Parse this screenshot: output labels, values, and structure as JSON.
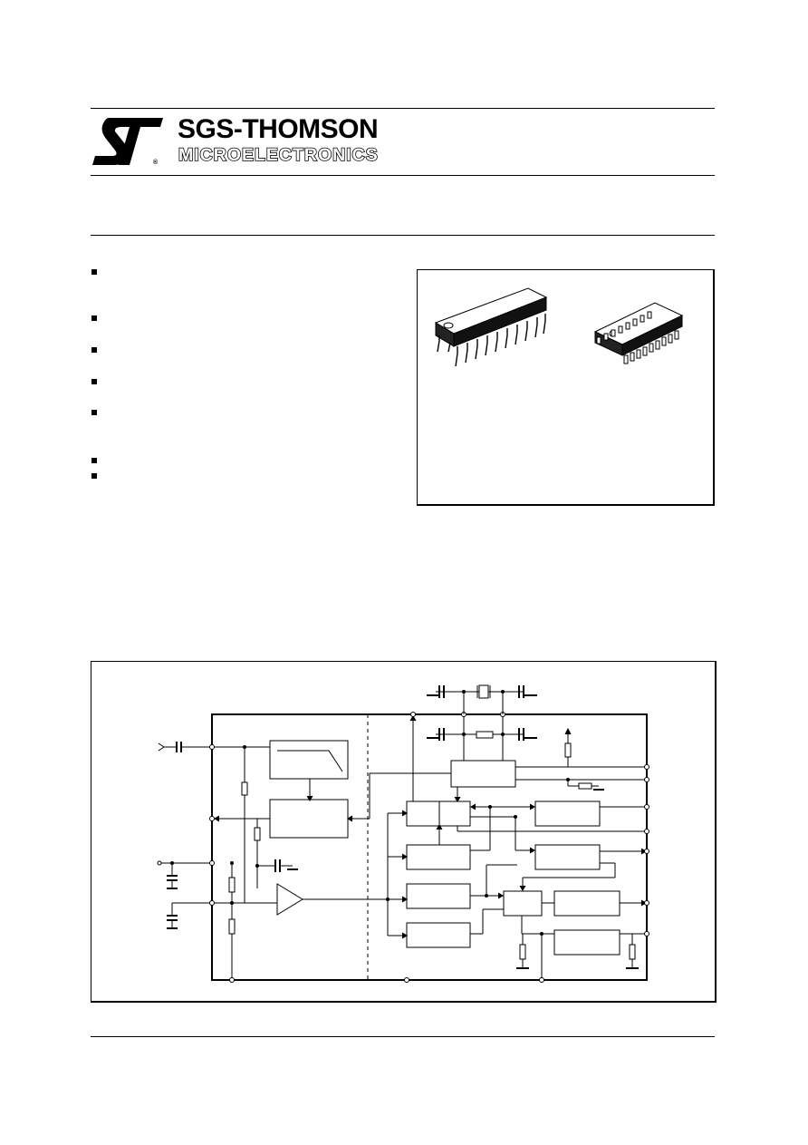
{
  "header": {
    "logo": {
      "brand_line1": "SGS-THOMSON",
      "brand_line2": "MICROELECTRONICS",
      "registered_mark": "®"
    }
  },
  "features": {
    "bullet_count": 7
  },
  "packages": {
    "dip_name": "dip-package-icon",
    "so_name": "so-package-icon"
  },
  "block_diagram": {
    "description_icon": "schematic-block-diagram"
  }
}
